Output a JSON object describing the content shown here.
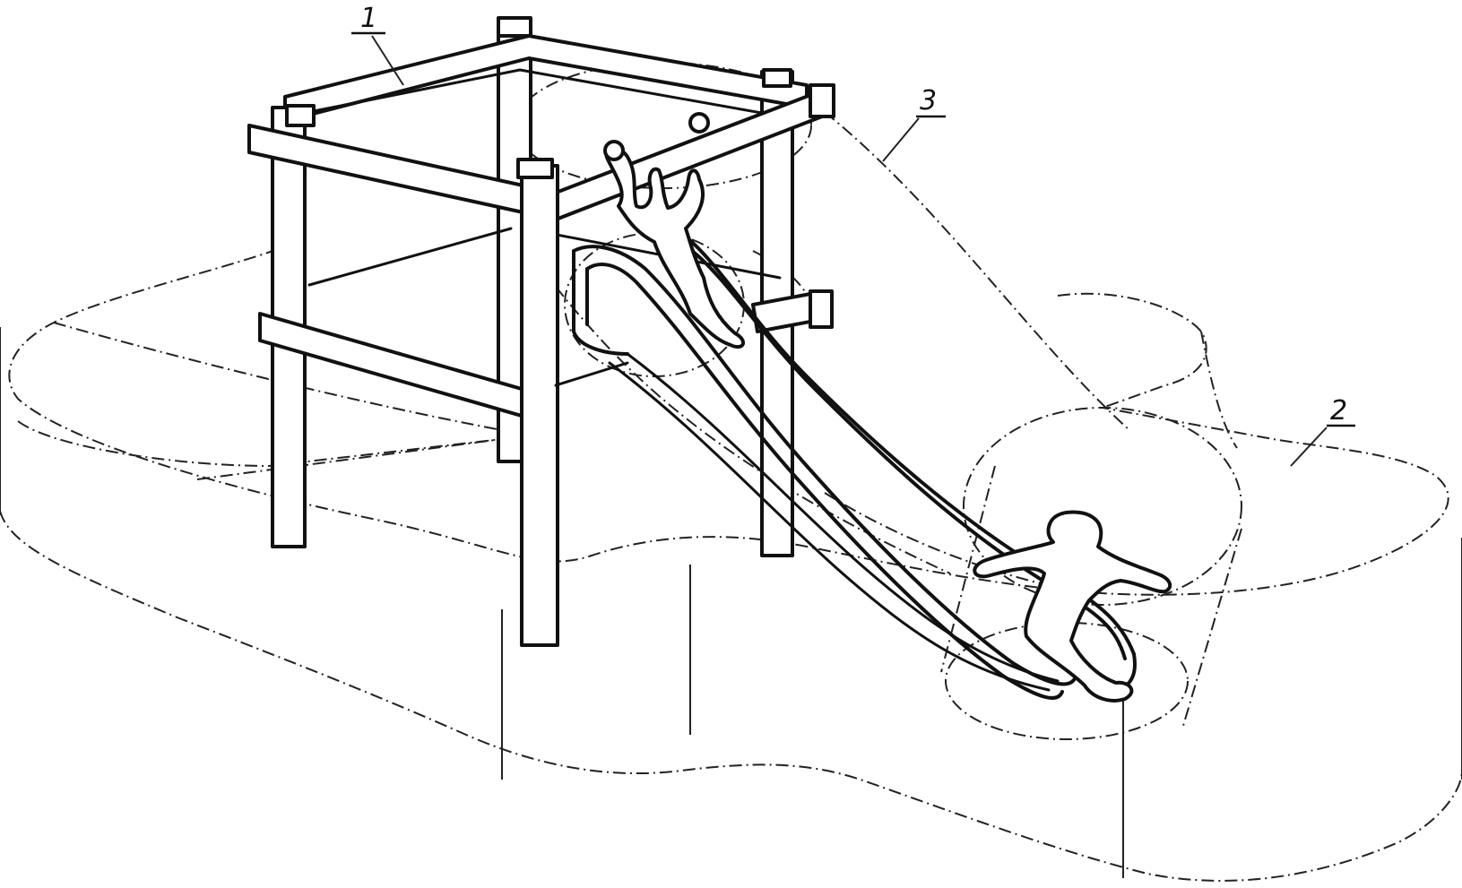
{
  "labels": {
    "frame": "1",
    "zone": "2",
    "space": "3"
  }
}
